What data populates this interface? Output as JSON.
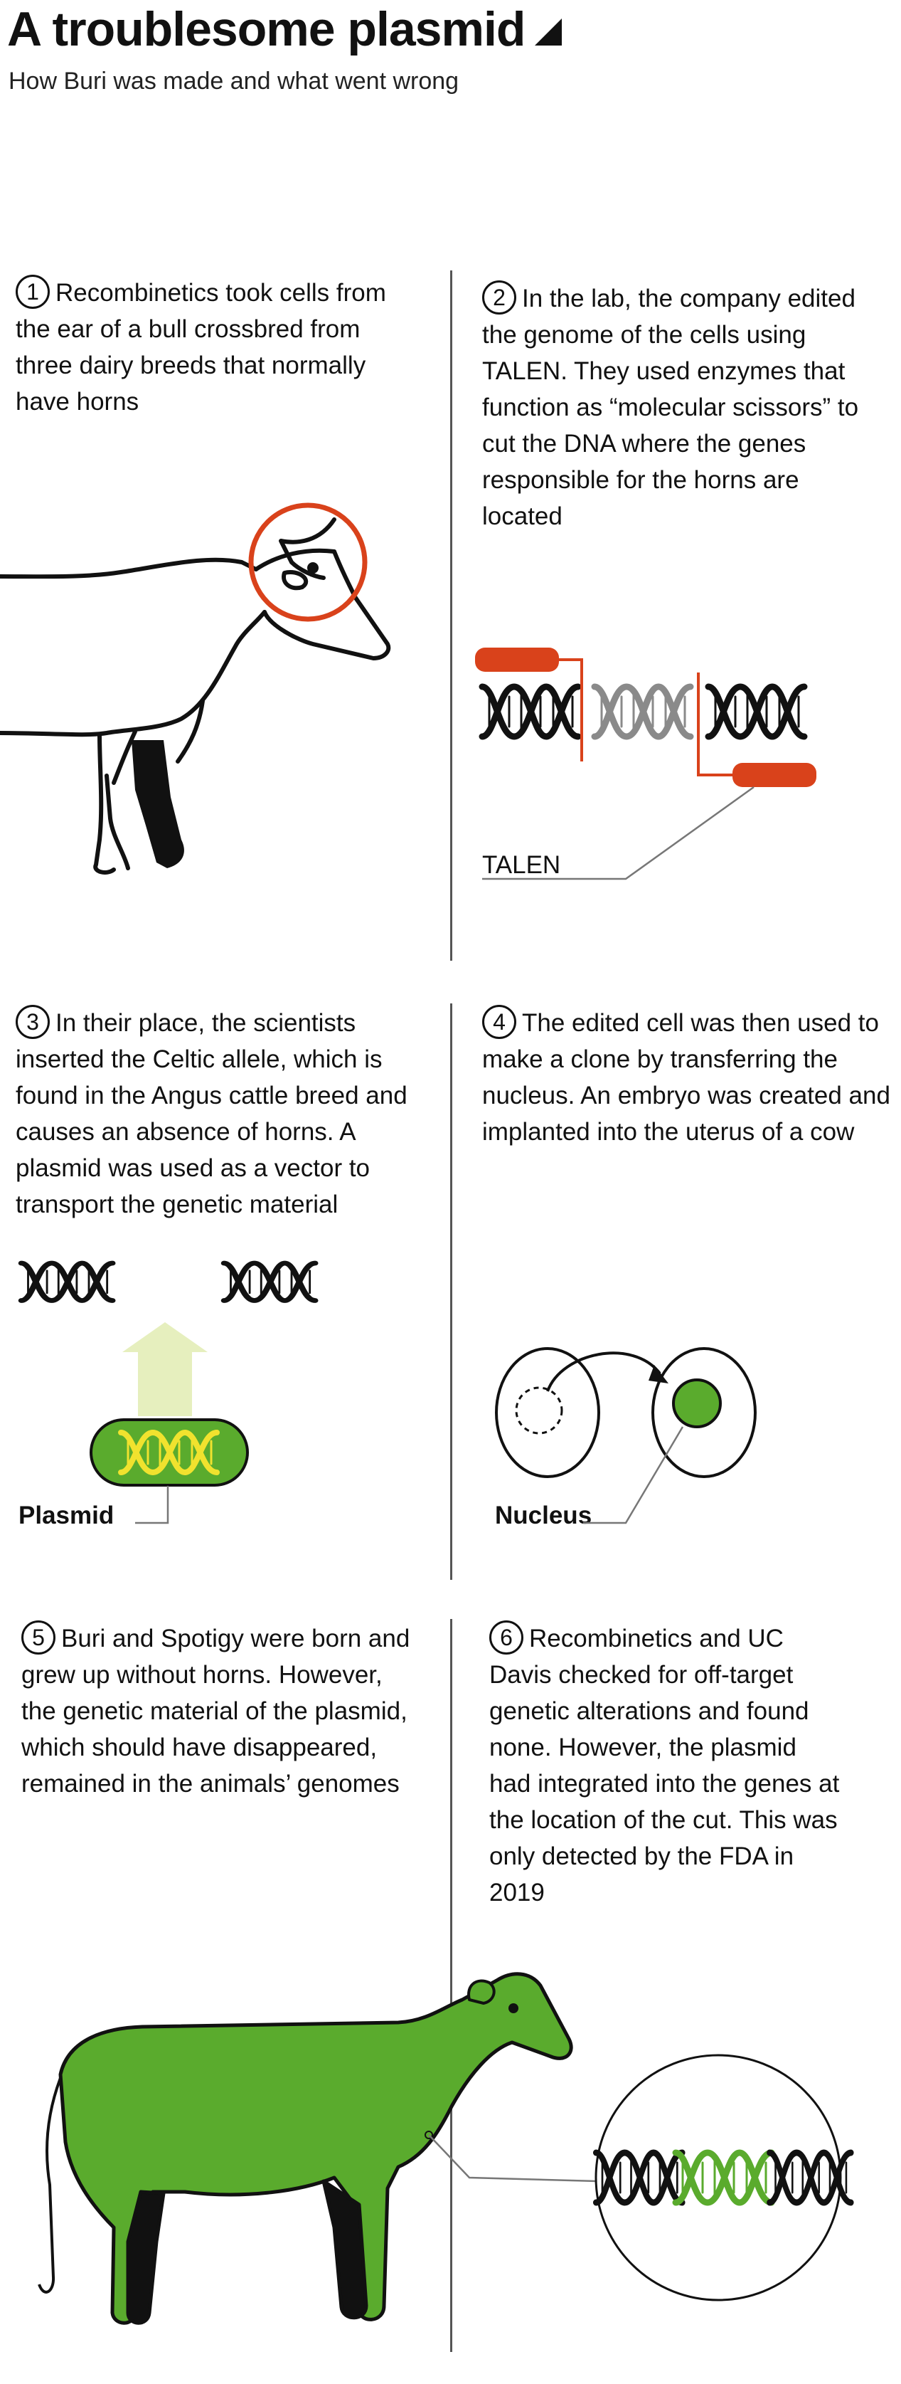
{
  "title": "A troublesome plasmid",
  "subtitle": "How Buri was made and what went wrong",
  "steps": [
    {
      "num": "1",
      "text": "Recombinetics took cells from the ear of a bull crossbred from three dairy breeds that normally have horns"
    },
    {
      "num": "2",
      "text": "In the lab, the company edited the genome of the cells using TALEN. They used enzymes that function as “molecular scissors” to cut the DNA where the genes responsible for the horns are located"
    },
    {
      "num": "3",
      "text": "In their place, the scientists inserted the Celtic allele, which is found in the Angus cattle breed and causes an absence of horns. A plasmid was used as a vector to transport the genetic material"
    },
    {
      "num": "4",
      "text": "The edited cell was then used to make a clone by transferring the nucleus. An embryo was created and implanted into the uterus of a cow"
    },
    {
      "num": "5",
      "text": "Buri and Spotigy were born and grew up without horns. However, the genetic material of the plasmid, which should have disappeared, remained in the animals’ genomes"
    },
    {
      "num": "6",
      "text": "Recombinetics and UC Davis checked for off-target genetic alterations and found none. However, the plasmid had integrated into the genes at the location of the cut. This was only detected by the FDA in 2019"
    }
  ],
  "labels": {
    "talen": "TALEN",
    "plasmid": "Plasmid",
    "nucleus": "Nucleus"
  },
  "colors": {
    "accent_red": "#d9421b",
    "green": "#5aab2d",
    "yellow": "#f0e22e",
    "pale_yellow_arrow": "#e6efbe",
    "gray_dna": "#8a8a8a"
  }
}
